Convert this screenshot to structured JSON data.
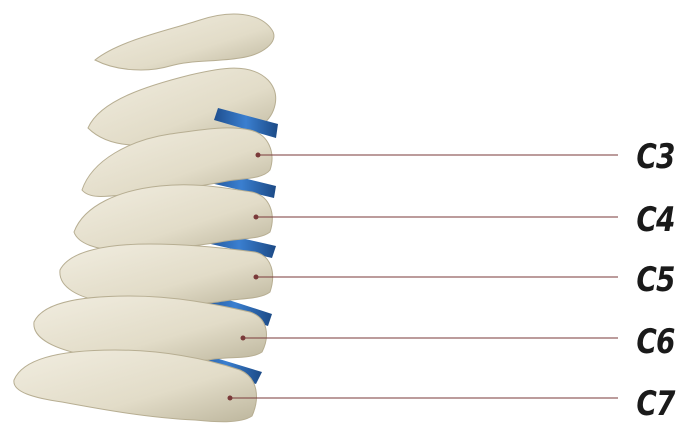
{
  "labels": [
    {
      "id": "c3",
      "text": "C3"
    },
    {
      "id": "c4",
      "text": "C4"
    },
    {
      "id": "c5",
      "text": "C5"
    },
    {
      "id": "c6",
      "text": "C6"
    },
    {
      "id": "c7",
      "text": "C7"
    }
  ],
  "colors": {
    "bone": "#e6e1cf",
    "bone_shadow": "#bfb8a0",
    "disc": "#2f6fb8",
    "leader": "#7a3a3a",
    "label_text": "#1a1a1a"
  }
}
